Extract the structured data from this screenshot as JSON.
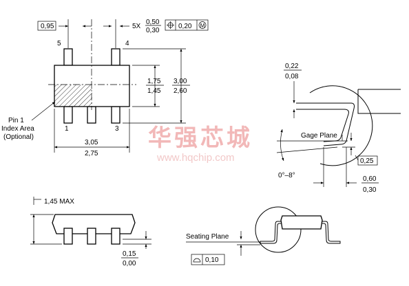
{
  "watermark": {
    "text": "华强芯城",
    "url": "www.hqchip.com"
  },
  "top_view": {
    "pin_pitch": "0,95",
    "lead_width_count": "5X",
    "lead_width_max": "0,50",
    "lead_width_min": "0,30",
    "position_tolerance": "0,20",
    "modifier": "M",
    "pins": [
      "5",
      "4",
      "1",
      "3"
    ],
    "pin1_label": [
      "Pin 1",
      "Index Area",
      "(Optional)"
    ],
    "body_width_max": "1,75",
    "body_width_min": "1,45",
    "overall_width_max": "3,00",
    "overall_width_min": "2,60",
    "body_length_max": "3,05",
    "body_length_min": "2,75"
  },
  "detail_view": {
    "lead_thickness_max": "0,22",
    "lead_thickness_min": "0,08",
    "gage_plane_label": "Gage Plane",
    "gage_dim": "0,25",
    "angle": "0°–8°",
    "foot_length_max": "0,60",
    "foot_length_min": "0,30"
  },
  "side_view": {
    "height_max": "1,45 MAX",
    "standoff_max": "0,15",
    "standoff_min": "0,00"
  },
  "seating_view": {
    "seating_plane_label": "Seating Plane",
    "coplanarity": "0,10"
  }
}
